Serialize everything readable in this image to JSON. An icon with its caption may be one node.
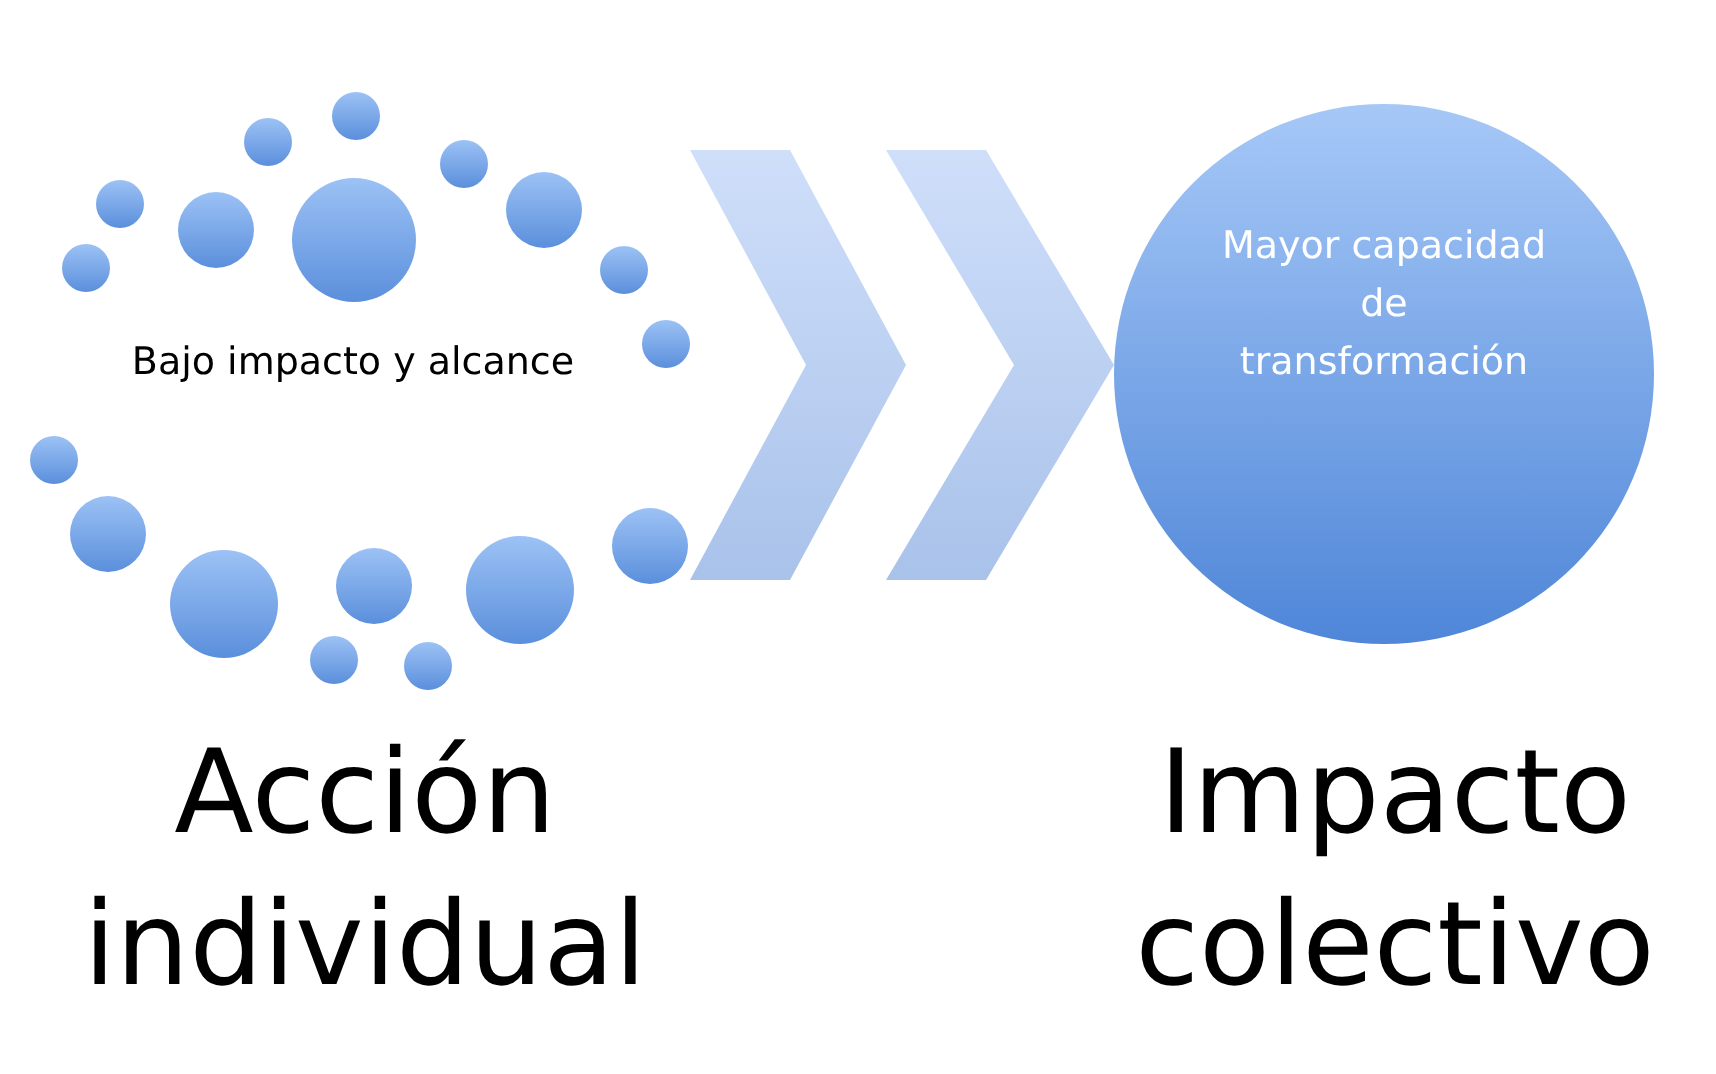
{
  "diagram": {
    "nodes": [
      {
        "text": [
          "Bajo impacto y alcance"
        ]
      },
      {
        "text": [
          "Mayor capacidad de transformación"
        ]
      }
    ],
    "edges": [
      {
        "from": 0,
        "to": 1,
        "arrow": "to"
      }
    ],
    "labels": [
      "Acción individual",
      "Impacto colectivo"
    ]
  }
}
